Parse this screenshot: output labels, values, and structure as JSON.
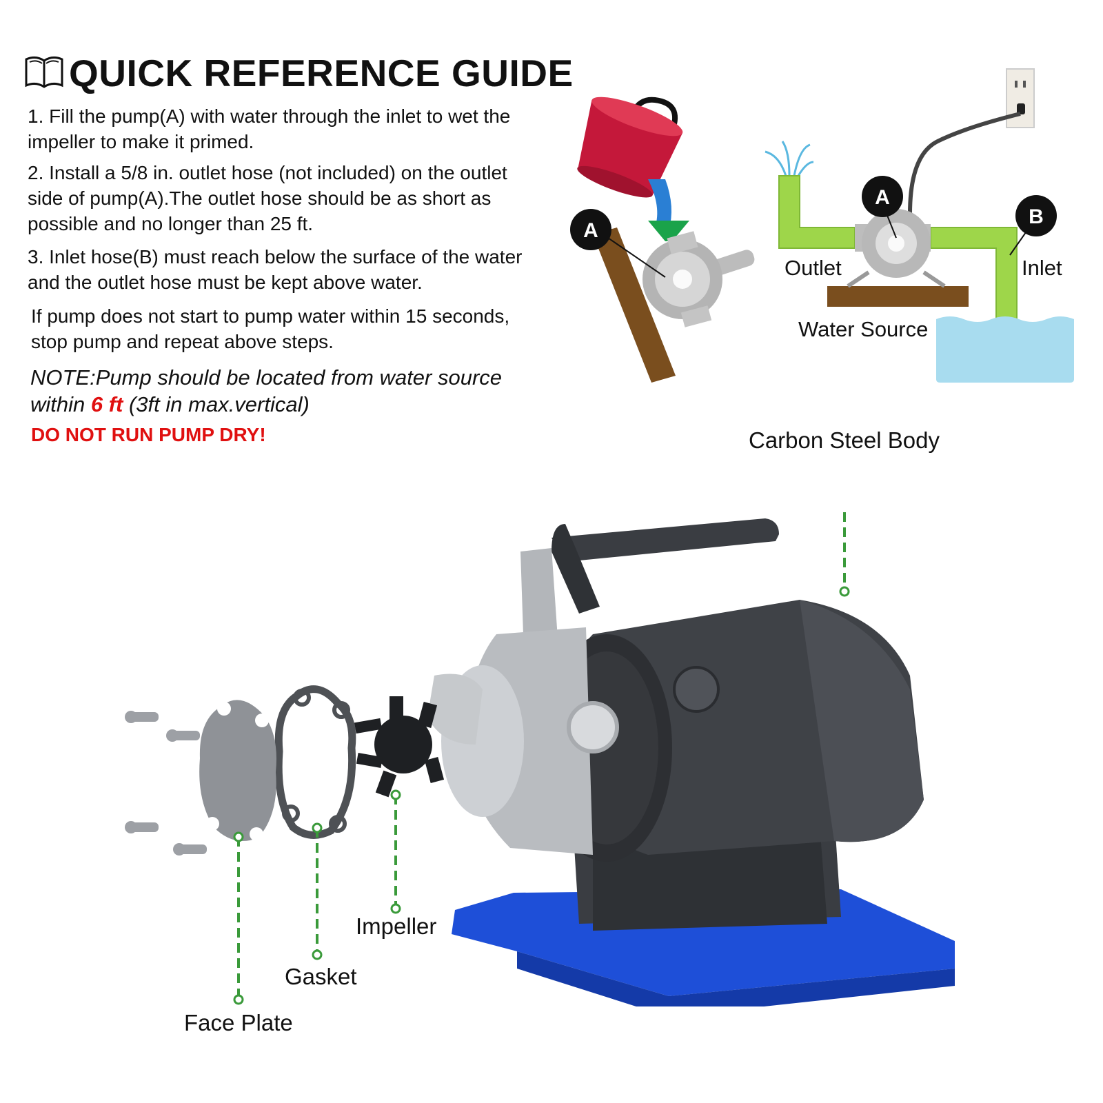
{
  "header": {
    "title": "QUICK REFERENCE GUIDE",
    "icon": "open-book-icon"
  },
  "steps": [
    {
      "line1": "1. Fill the pump(A) with water through the inlet to wet the",
      "line2": "impeller to make it primed."
    },
    {
      "line1": "2. Install a 5/8 in. outlet hose (not included) on the outlet",
      "line2": "side of pump(A).The outlet hose should be as short as",
      "line3": "possible and no longer than 25 ft."
    },
    {
      "line1": "3. Inlet hose(B) must reach below the surface of the water",
      "line2": "and the outlet hose must be kept above water."
    }
  ],
  "retry": {
    "line1": "If pump does not start to pump water within 15 seconds,",
    "line2": "stop pump and repeat above steps."
  },
  "note": {
    "line1": "NOTE:Pump should be located from water source",
    "line2_prefix": "within ",
    "line2_highlight": "6 ft",
    "line2_suffix": " (3ft in max.vertical)",
    "highlight_color": "#e01010"
  },
  "warning": "DO NOT RUN PUMP DRY!",
  "priming_diagram": {
    "badge": "A"
  },
  "setup_diagram": {
    "badge_pump": "A",
    "badge_inlet": "B",
    "outlet_label": "Outlet",
    "inlet_label": "Inlet",
    "water_label": "Water Source",
    "hose_color": "#9ed64a",
    "water_color": "#a8dcef"
  },
  "parts": {
    "body": "Carbon Steel Body",
    "impeller": "Impeller",
    "gasket": "Gasket",
    "face_plate": "Face Plate",
    "leader_color": "#3a9a3a",
    "base_color": "#1e4fd8"
  }
}
